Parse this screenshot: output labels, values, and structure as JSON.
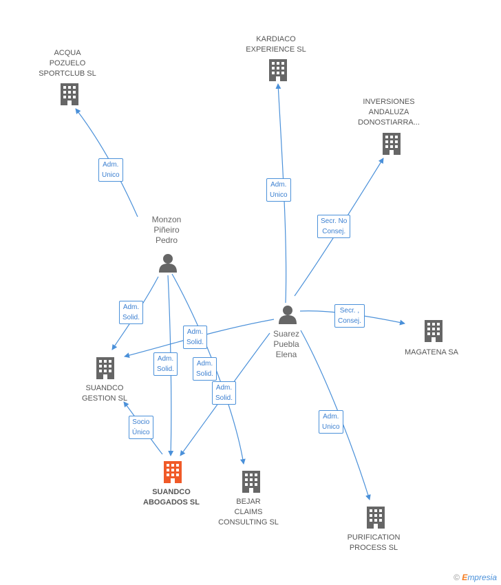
{
  "nodes": {
    "acqua": "ACQUA\nPOZUELO\nSPORTCLUB SL",
    "kardiaco": "KARDIACO\nEXPERIENCE SL",
    "inversiones": "INVERSIONES\nANDALUZA\nDONOSTIARRA...",
    "monzon": "Monzon\nPiñeiro\nPedro",
    "suarez": "Suarez\nPuebla\nElena",
    "magatena": "MAGATENA SA",
    "suandco_gestion": "SUANDCO\nGESTION SL",
    "suandco_abogados": "SUANDCO\nABOGADOS SL",
    "bejar": "BEJAR\nCLAIMS\nCONSULTING SL",
    "purification": "PURIFICATION\nPROCESS SL"
  },
  "edges": {
    "e1": "Adm.\nUnico",
    "e2": "Adm.\nUnico",
    "e3": "Secr.  No\nConsej.",
    "e4": "Adm.\nSolid.",
    "e5": "Secr. ,\nConsej.",
    "e6": "Adm.\nSolid.",
    "e7": "Adm.\nSolid.",
    "e8": "Adm.\nSolid.",
    "e9": "Adm.\nSolid.",
    "e10": "Socio\nÚnico",
    "e11": "Adm.\nUnico"
  },
  "colors": {
    "edge": "#4a90d9",
    "building": "#666666",
    "highlight": "#f05a28"
  },
  "footer": {
    "copyright": "©",
    "brand_e": "E",
    "brand_rest": "mpresia"
  }
}
